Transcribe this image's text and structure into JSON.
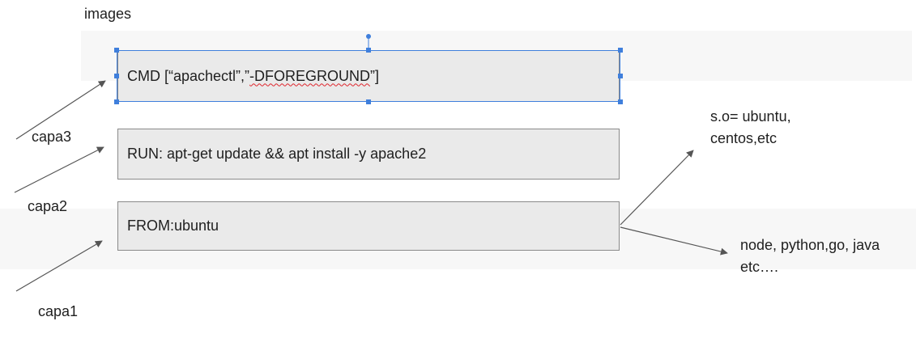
{
  "title": "images",
  "layers": {
    "cmd": {
      "prefix": "CMD [“apachectl”,”",
      "underlined": "-DFOREGROUND",
      "suffix": "”]"
    },
    "run": {
      "text": "RUN: apt-get update && apt install -y apache2"
    },
    "from": {
      "text": "FROM:ubuntu"
    }
  },
  "labels": {
    "capa3": "capa3",
    "capa2": "capa2",
    "capa1": "capa1"
  },
  "notes": {
    "os_line1": "s.o= ubuntu,",
    "os_line2": "centos,etc",
    "lang_line1": "node, python,go, java",
    "lang_line2": "etc…."
  },
  "colors": {
    "box_fill": "#eaeaea",
    "box_border": "#8a8a8a",
    "selection": "#3f7fdc",
    "spellcheck": "#e0242b",
    "arrow": "#555555"
  }
}
